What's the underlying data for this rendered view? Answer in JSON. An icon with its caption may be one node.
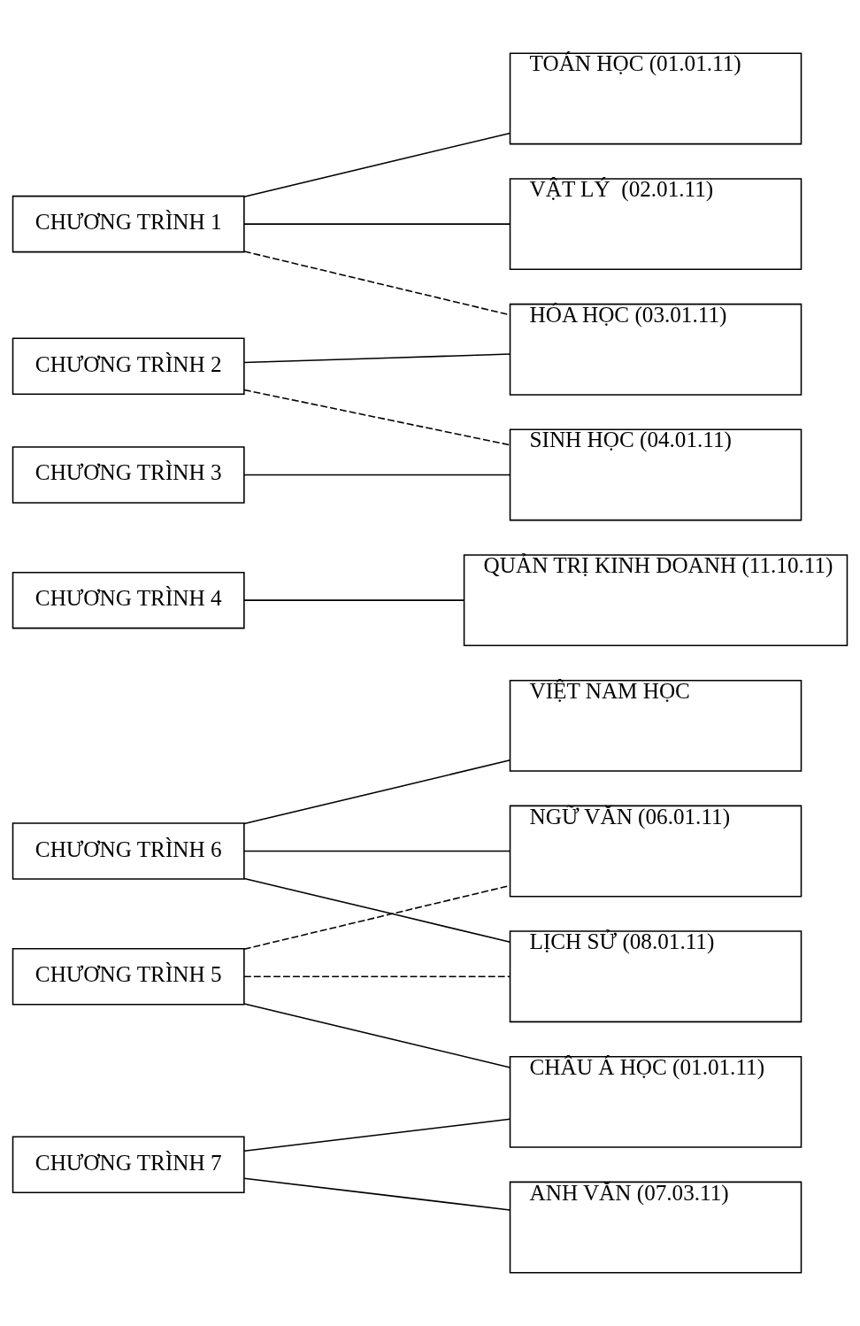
{
  "diagram": {
    "nodes": [
      {
        "text": [
          "CHƯƠNG TRÌNH 1"
        ]
      },
      {
        "text": [
          "CHƯƠNG TRÌNH 2"
        ]
      },
      {
        "text": [
          "CHƯƠNG TRÌNH 3"
        ]
      },
      {
        "text": [
          "CHƯƠNG TRÌNH 4"
        ]
      },
      {
        "text": [
          "CHƯƠNG TRÌNH 5"
        ]
      },
      {
        "text": [
          "CHƯƠNG TRÌNH 6"
        ]
      },
      {
        "text": [
          "CHƯƠNG TRÌNH 7"
        ]
      },
      {
        "text": [
          "TOÁN HỌC (01.01.11)"
        ]
      },
      {
        "text": [
          "VẬT LÝ  (02.01.11)"
        ]
      },
      {
        "text": [
          "HÓA HỌC (03.01.11)"
        ]
      },
      {
        "text": [
          "SINH HỌC (04.01.11)"
        ]
      },
      {
        "text": [
          "QUẢN TRỊ KINH DOANH (11.10.11)"
        ]
      },
      {
        "text": [
          "NGỮ VĂN (06.01.11)"
        ]
      },
      {
        "text": [
          "LỊCH SỬ (08.01.11)"
        ]
      },
      {
        "text": [
          "CHÂU Á HỌC (01.01.11)"
        ]
      },
      {
        "text": [
          "VIỆT NAM HỌC"
        ]
      },
      {
        "text": [
          "ANH VĂN (07.03.11)"
        ]
      }
    ],
    "edges": [
      {
        "from": 0,
        "to": 7,
        "arrow": "none"
      },
      {
        "from": 0,
        "to": 8,
        "arrow": "none"
      },
      {
        "from": 0,
        "to": 9,
        "arrow": "none",
        "style": "dashed"
      },
      {
        "from": 1,
        "to": 9,
        "arrow": "none"
      },
      {
        "from": 1,
        "to": 10,
        "arrow": "none",
        "style": "dashed"
      },
      {
        "from": 2,
        "to": 10,
        "arrow": "none"
      },
      {
        "from": 3,
        "to": 11,
        "arrow": "none"
      },
      {
        "from": 4,
        "to": 12,
        "arrow": "none",
        "style": "dashed"
      },
      {
        "from": 4,
        "to": 13,
        "arrow": "none",
        "style": "dashed"
      },
      {
        "from": 4,
        "to": 14,
        "arrow": "none"
      },
      {
        "from": 5,
        "to": 12,
        "arrow": "none"
      },
      {
        "from": 5,
        "to": 13,
        "arrow": "none"
      },
      {
        "from": 5,
        "to": 15,
        "arrow": "none"
      },
      {
        "from": 6,
        "to": 14,
        "arrow": "none"
      },
      {
        "from": 6,
        "to": 16,
        "arrow": "none"
      }
    ]
  }
}
